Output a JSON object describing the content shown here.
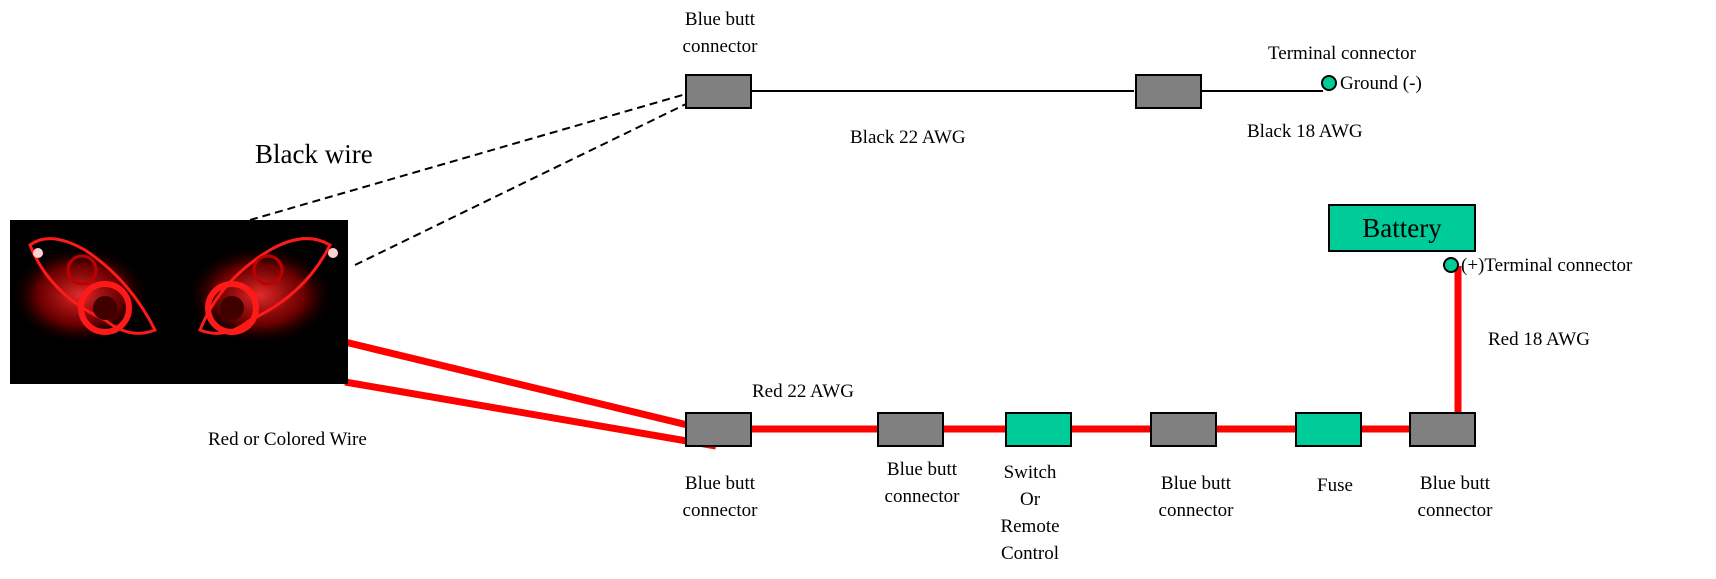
{
  "labels": {
    "top_connector": "Blue butt\nconnector",
    "terminal_connector": "Terminal connector",
    "ground": "Ground (-)",
    "black_wire": "Black wire",
    "black_22": "Black 22 AWG",
    "black_18": "Black 18 AWG",
    "battery": "Battery",
    "positive_terminal": "(+)Terminal connector",
    "red_18": "Red 18 AWG",
    "red_22": "Red 22 AWG",
    "red_or_colored": "Red or Colored Wire",
    "bottom_connector_1": "Blue butt\nconnector",
    "bottom_connector_2": "Blue butt\nconnector",
    "switch": "Switch\nOr\nRemote\nControl",
    "bottom_connector_3": "Blue butt\nconnector",
    "fuse": "Fuse",
    "bottom_connector_4": "Blue butt\nconnector"
  },
  "colors": {
    "connector_fill": "#808080",
    "component_fill": "#00cc99",
    "red_wire": "#ff0000",
    "black_wire": "#000000",
    "photo_background": "#000000",
    "headlight_glow": "#ff1a1a"
  },
  "icons": {
    "photo": "headlight-photo",
    "terminal": "terminal-dot-icon"
  }
}
